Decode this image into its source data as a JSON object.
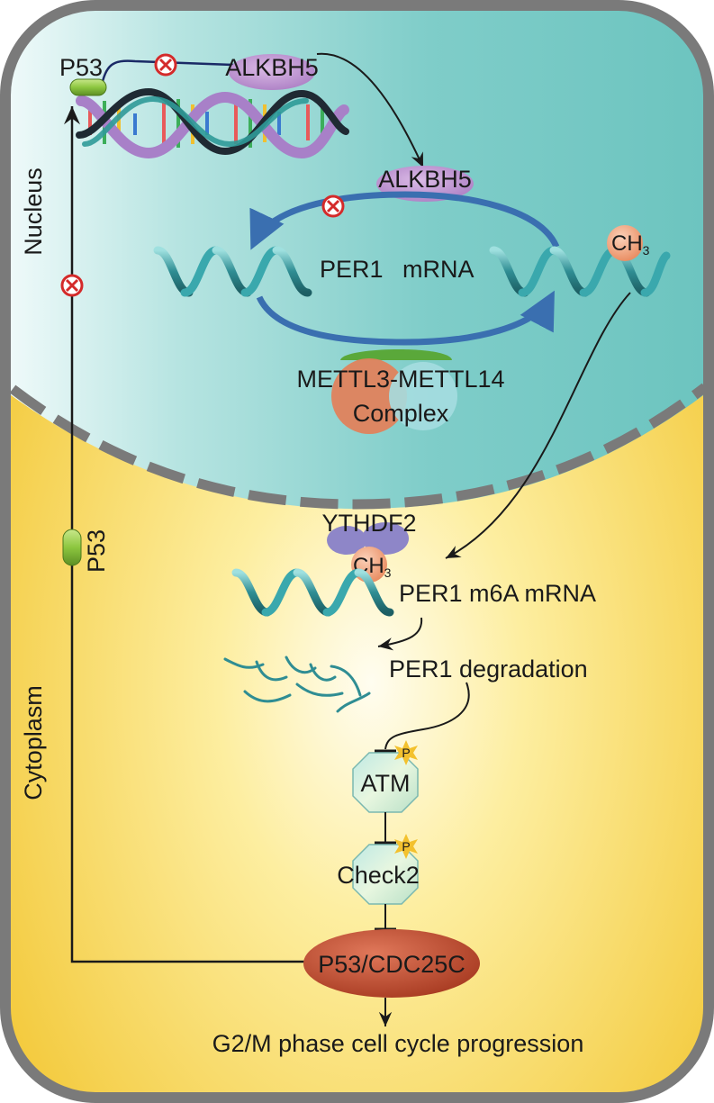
{
  "compartments": {
    "nucleus": "Nucleus",
    "cytoplasm": "Cytoplasm"
  },
  "proteins": {
    "p53_top": "P53",
    "alkbh5_dna": "ALKBH5",
    "alkbh5_nuclear": "ALKBH5",
    "p53_side": "P53",
    "ythdf2": "YTHDF2",
    "atm": "ATM",
    "check2": "Check2",
    "p53_cdc25c": "P53/CDC25C"
  },
  "complex": {
    "line1": "METTL3-METTL14",
    "line2": "Complex"
  },
  "rna": {
    "per1_mrna_prefix": "PER1",
    "per1_mrna_suffix": "mRNA",
    "per1_m6a_mrna": "PER1 m6A mRNA",
    "per1_degradation": "PER1 degradation"
  },
  "modifications": {
    "methyl_nucleus": "CH",
    "methyl_nucleus_sub": "3",
    "methyl_cyto": "CH",
    "methyl_cyto_sub": "3",
    "phospho_atm": "P",
    "phospho_check2": "P"
  },
  "outcome": "G2/M phase cell cycle progression",
  "colors": {
    "nucleus": "#7ecfcb",
    "cytoplasm": "#f7d24a",
    "membrane": "#7a7a7a",
    "inhibit": "#d42a2a",
    "rna": "#2f8d93",
    "alkbh5": "#c59ad6",
    "p53_pill": "#8cc63f",
    "cdc25c": "#c9573a",
    "methyl": "#f0a07a"
  }
}
